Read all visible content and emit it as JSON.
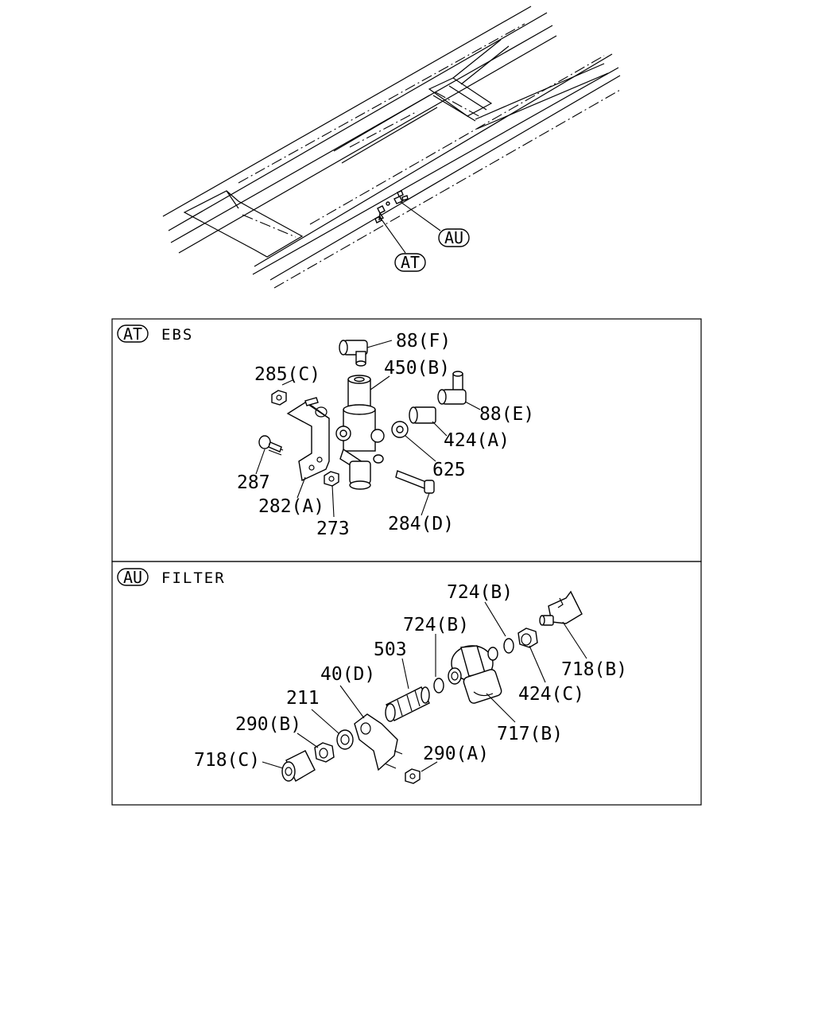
{
  "callouts": {
    "au": "AU",
    "at": "AT"
  },
  "sections": {
    "ebs": {
      "tag": "AT",
      "title": "EBS",
      "labels": {
        "p88f": "88(F)",
        "p450b": "450(B)",
        "p285c": "285(C)",
        "p88e": "88(E)",
        "p424a": "424(A)",
        "p625": "625",
        "p287": "287",
        "p282a": "282(A)",
        "p273": "273",
        "p284d": "284(D)"
      }
    },
    "filter": {
      "tag": "AU",
      "title": "FILTER",
      "labels": {
        "p724b_1": "724(B)",
        "p724b_2": "724(B)",
        "p503": "503",
        "p718b": "718(B)",
        "p40d": "40(D)",
        "p211": "211",
        "p424c": "424(C)",
        "p290b": "290(B)",
        "p717b": "717(B)",
        "p290a": "290(A)",
        "p718c": "718(C)"
      }
    }
  }
}
